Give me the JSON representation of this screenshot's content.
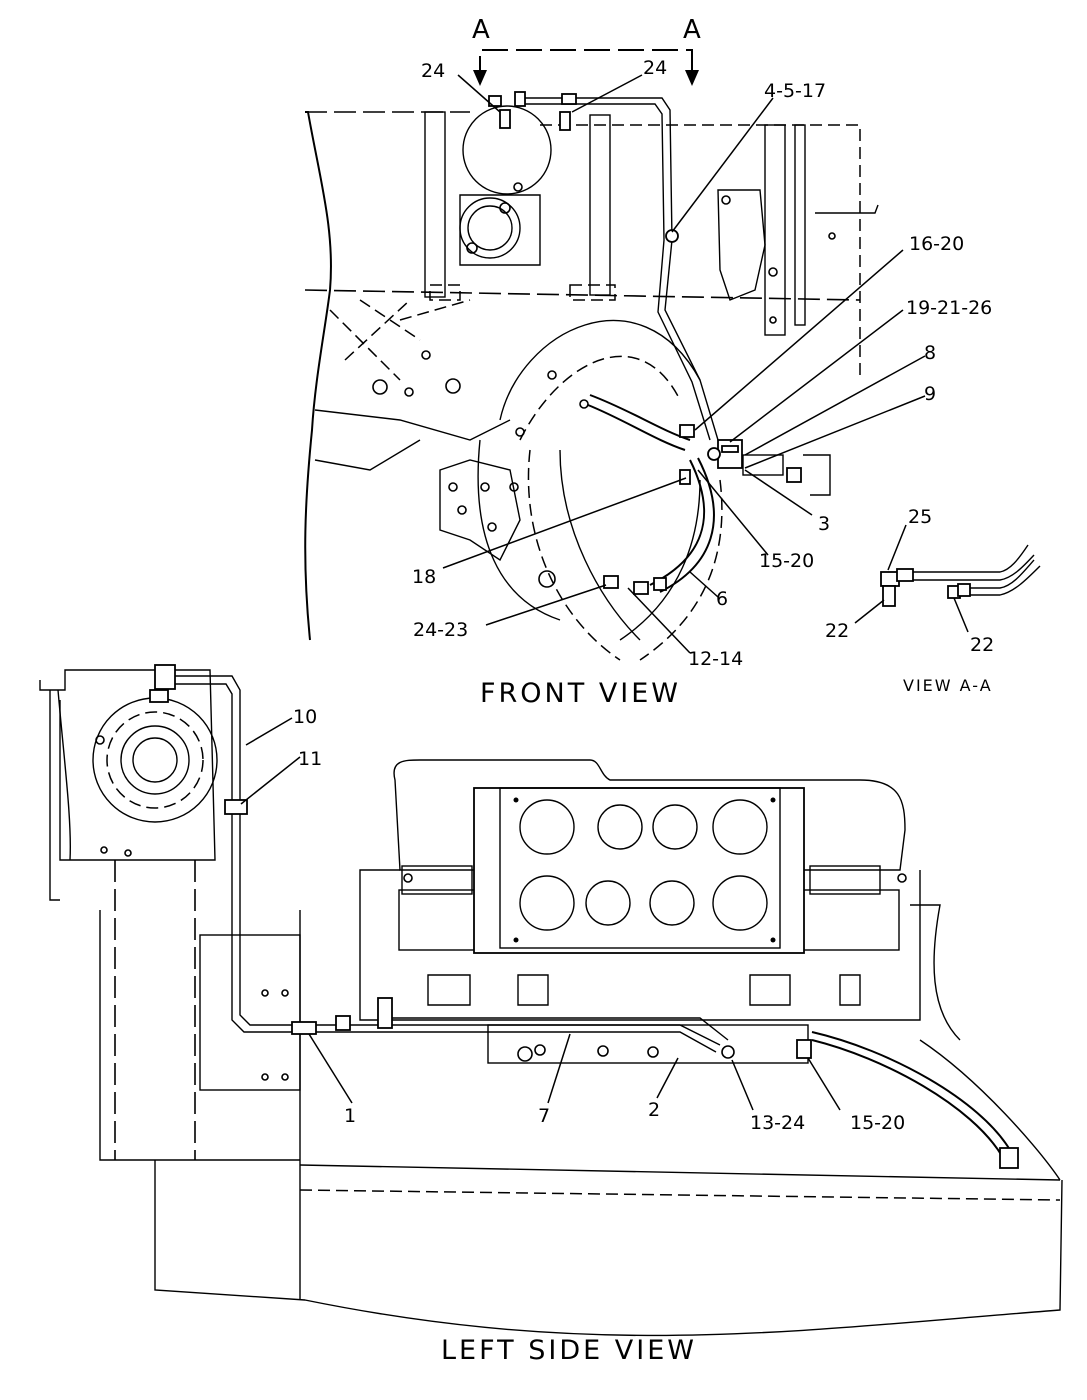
{
  "views": {
    "front": "FRONT VIEW",
    "left_side": "LEFT SIDE VIEW",
    "section": "VIEW A-A"
  },
  "section_markers": [
    "A",
    "A"
  ],
  "callouts": {
    "c24a": "24",
    "c24b": "24",
    "c4_5_17": "4-5-17",
    "c16_20": "16-20",
    "c19_21_26": "19-21-26",
    "c8": "8",
    "c9": "9",
    "c3": "3",
    "c15_20_front": "15-20",
    "c18": "18",
    "c6": "6",
    "c24_23": "24-23",
    "c12_14": "12-14",
    "c25": "25",
    "c22a": "22",
    "c22b": "22",
    "c10": "10",
    "c11": "11",
    "c1": "1",
    "c7": "7",
    "c2": "2",
    "c13_24": "13-24",
    "c15_20_side": "15-20"
  }
}
